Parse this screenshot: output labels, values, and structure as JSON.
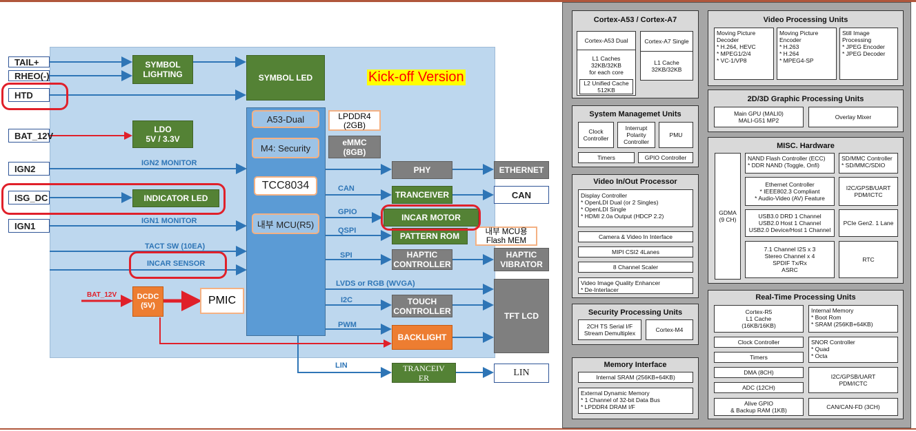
{
  "left": {
    "kickoff": "Kick-off Version",
    "inputs": {
      "tail": "TAIL+",
      "rheo": "RHEO(-)",
      "htd": "HTD",
      "bat": "BAT_12V",
      "ign2": "IGN2",
      "isg": "ISG_DC",
      "ign1": "IGN1"
    },
    "blocks": {
      "symbol_lighting": "SYMBOL\nLIGHTING",
      "symbol_led": "SYMBOL LED",
      "ldo": "LDO\n5V / 3.3V",
      "indicator_led": "INDICATOR LED",
      "a53": "A53-Dual",
      "m4": "M4: Security",
      "tcc": "TCC8034",
      "mcu": "내부 MCU(R5)",
      "lpddr": "LPDDR4\n(2GB)",
      "emmc": "eMMC\n(8GB)",
      "phy": "PHY",
      "tranceiver": "TRANCEIVER",
      "incar_motor": "INCAR MOTOR",
      "pattern_rom": "PATTERN ROM",
      "flash_mem": "내부 MCU용\nFlash MEM",
      "haptic_ctrl": "HAPTIC\nCONTROLLER",
      "touch_ctrl": "TOUCH\nCONTROLLER",
      "backlight": "BACKLIGHT",
      "tranceiver_lin": "TRANCEIV\nER",
      "dcdc": "DCDC\n(5V)",
      "pmic": "PMIC"
    },
    "outputs": {
      "ethernet": "ETHERNET",
      "can": "CAN",
      "haptic_vibrator": "HAPTIC\nVIBRATOR",
      "tft": "TFT LCD",
      "lin": "LIN"
    },
    "signals": {
      "ign2_mon": "IGN2 MONITOR",
      "ign1_mon": "IGN1 MONITOR",
      "tact": "TACT SW (10EA)",
      "incar_sensor": "INCAR SENSOR",
      "bat12": "BAT_12V",
      "can": "CAN",
      "gpio": "GPIO",
      "qspi": "QSPI",
      "spi": "SPI",
      "lvds": "LVDS or RGB (WVGA)",
      "i2c": "I2C",
      "pwm": "PWM",
      "lin": "LIN"
    }
  },
  "right": {
    "cortex": {
      "title": "Cortex-A53 / Cortex-A7",
      "a53_dual": "Cortex-A53 Dual",
      "a53_cache": "L1 Caches\n32KB/32KB\nfor each core",
      "l2": "L2 Unified Cache\n512KB",
      "a7": "Cortex-A7 Single",
      "a7_cache": "L1 Cache\n32KB/32KB"
    },
    "video_units": {
      "title": "Video Processing Units",
      "decoder": "Moving Picture\nDecoder\n* H.264, HEVC\n* MPEG1/2/4\n* VC-1/VP8",
      "encoder": "Moving Picture\nEncoder\n* H.263\n* H.264\n* MPEG4-SP",
      "still": "Still Image\nProcessing\n* JPEG Encoder\n* JPEG Decoder"
    },
    "graphic": {
      "title": "2D/3D Graphic Processing Units",
      "gpu": "Main GPU (MALI0)\nMALI-G51 MP2",
      "mixer": "Overlay Mixer"
    },
    "system": {
      "title": "System Managemet Units",
      "clock": "Clock\nController",
      "interrupt": "Interrupt\nPolarity\nController",
      "pmu": "PMU",
      "timers": "Timers",
      "gpio": "GPIO Controller"
    },
    "misc": {
      "title": "MISC. Hardware",
      "gdma": "GDMA\n(9 CH)",
      "nand": "NAND Flash Controller (ECC)\n* DDR NAND (Toggle, Onfi)",
      "sdmmc": "SD/MMC Controller\n* SD/MMC/SDIO",
      "ethernet": "Ethernet Controller\n* IEEE802.3 Compliant\n* Audio-Video (AV) Feature",
      "i2c": "I2C/GPSB/UART\nPDM/ICTC",
      "usb": "USB3.0 DRD 1 Channel\nUSB2.0 Host 1 Channel\nUSB2.0 Device/Host 1 Channel",
      "pcie": "PCIe Gen2. 1 Lane",
      "i2s": "7.1 Channel I2S x 3\nStereo Channel x 4\nSPDIF Tx/Rx\nASRC",
      "rtc": "RTC"
    },
    "video_io": {
      "title": "Video In/Out Processor",
      "display": "Display Controller\n* OpenLDI Dual (or 2 Singles)\n* OpenLDI Single\n* HDMI 2.0a Output (HDCP 2.2)",
      "camera": "Camera & Video In Interface",
      "mipi": "MIPI CSI2 4Lanes",
      "scaler": "8 Channel Scaler",
      "enhancer": "Video Image Quality Enhancer\n* De-Interlacer"
    },
    "security": {
      "title": "Security Processing Units",
      "ts": "2CH TS Serial I/F\nStream Demultiplex",
      "m4": "Cortex-M4"
    },
    "memory": {
      "title": "Memory Interface",
      "sram": "Internal SRAM (256KB+64KB)",
      "dram": "External Dynamic Memory\n* 1 Channel of 32-bit Data Bus\n* LPDDR4 DRAM I/F"
    },
    "rt": {
      "title": "Real-Time Processing Units",
      "r5": "Cortex-R5\nL1 Cache\n(16KB/16KB)",
      "imem": "Internal Memory\n* Boot Rom\n* SRAM (256KB+64KB)",
      "clock": "Clock Controller",
      "timers": "Timers",
      "snor": "SNOR Controller\n* Quad\n* Octa",
      "dma": "DMA (8CH)",
      "adc": "ADC (12CH)",
      "i2c": "I2C/GPSB/UART\nPDM/ICTC",
      "alive": "Alive GPIO\n& Backup RAM (1KB)",
      "can": "CAN/CAN-FD (3CH)"
    }
  },
  "colors": {
    "board": "#bdd7ee",
    "green": "#548235",
    "gray": "#7f7f7f",
    "orange": "#ed7d31",
    "red": "#e0202a",
    "blue_line": "#2e75b6",
    "panel": "#a6a6a6"
  }
}
